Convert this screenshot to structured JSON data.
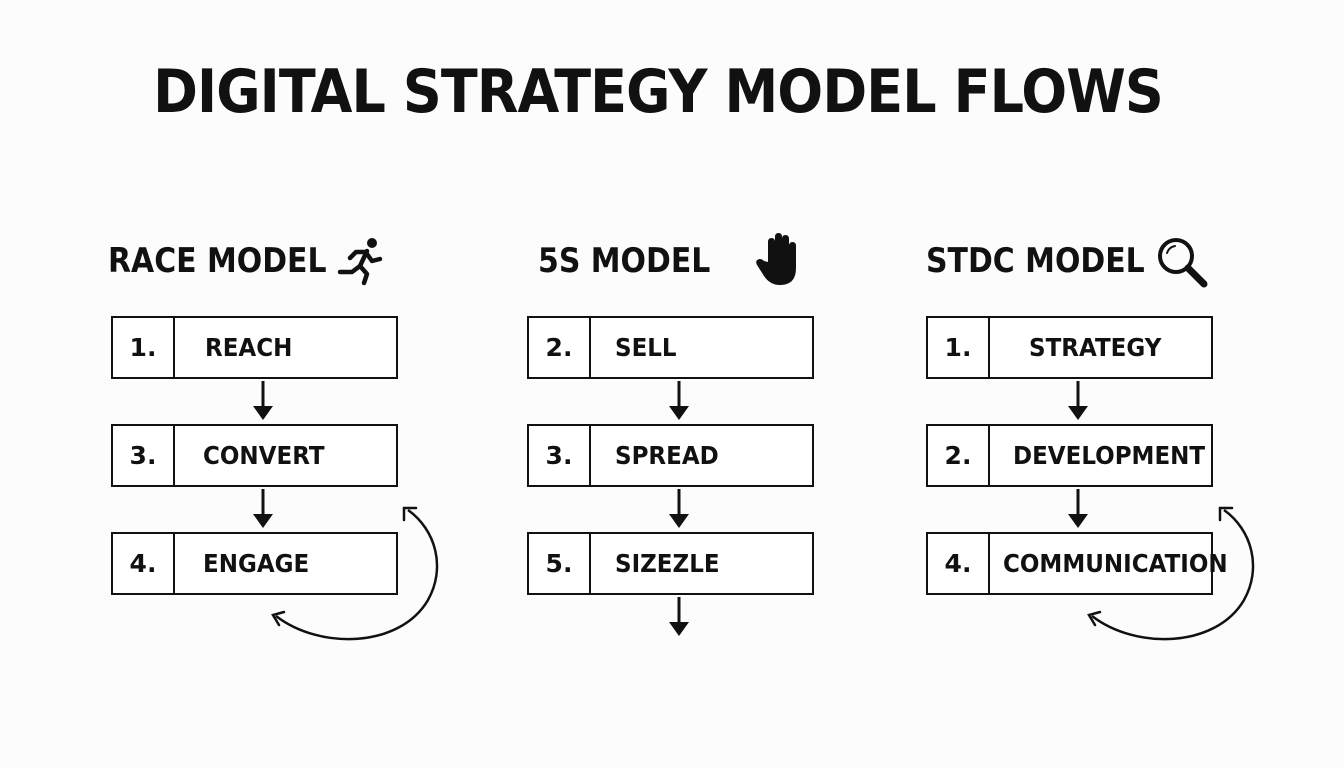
{
  "title": "DIGITAL STRATEGY MODEL FLOWS",
  "models": [
    {
      "name": "RACE MODEL",
      "icon": "running-person-icon",
      "steps": [
        {
          "num": "1.",
          "label": "REACH"
        },
        {
          "num": "3.",
          "label": "CONVERT"
        },
        {
          "num": "4.",
          "label": "ENGAGE"
        }
      ]
    },
    {
      "name": "5S MODEL",
      "icon": "raised-hand-icon",
      "steps": [
        {
          "num": "2.",
          "label": "SELL"
        },
        {
          "num": "3.",
          "label": "SPREAD"
        },
        {
          "num": "5.",
          "label": "SIZEZLE"
        }
      ]
    },
    {
      "name": "STDC MODEL",
      "icon": "magnifier-icon",
      "steps": [
        {
          "num": "1.",
          "label": "STRATEGY"
        },
        {
          "num": "2.",
          "label": "DEVELOPMENT"
        },
        {
          "num": "4.",
          "label": "COMMUNICATION"
        }
      ]
    }
  ]
}
